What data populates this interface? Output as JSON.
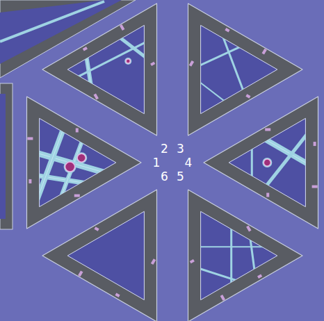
{
  "diagram": {
    "labels": [
      "2",
      "3",
      "1",
      "4",
      "6",
      "5"
    ]
  }
}
